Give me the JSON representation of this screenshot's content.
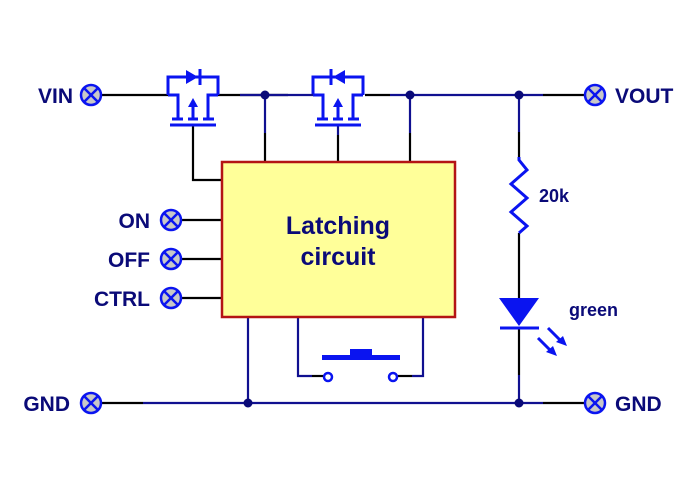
{
  "diagram": {
    "title": "Latching power switch schematic",
    "block": {
      "line1": "Latching",
      "line2": "circuit"
    },
    "pins": {
      "vin": "VIN",
      "vout": "VOUT",
      "on": "ON",
      "off": "OFF",
      "ctrl": "CTRL",
      "gnd_left": "GND",
      "gnd_right": "GND"
    },
    "resistor": {
      "value": "20k"
    },
    "led": {
      "color_label": "green"
    },
    "components": [
      "mosfet-1",
      "mosfet-2",
      "latching-circuit",
      "pushbutton",
      "resistor",
      "led"
    ],
    "colors": {
      "label": "#0a0a78",
      "component": "#0a14f0",
      "block_fill": "#ffff99",
      "block_border": "#b41414",
      "terminal_fill": "#c8c8c8"
    }
  }
}
